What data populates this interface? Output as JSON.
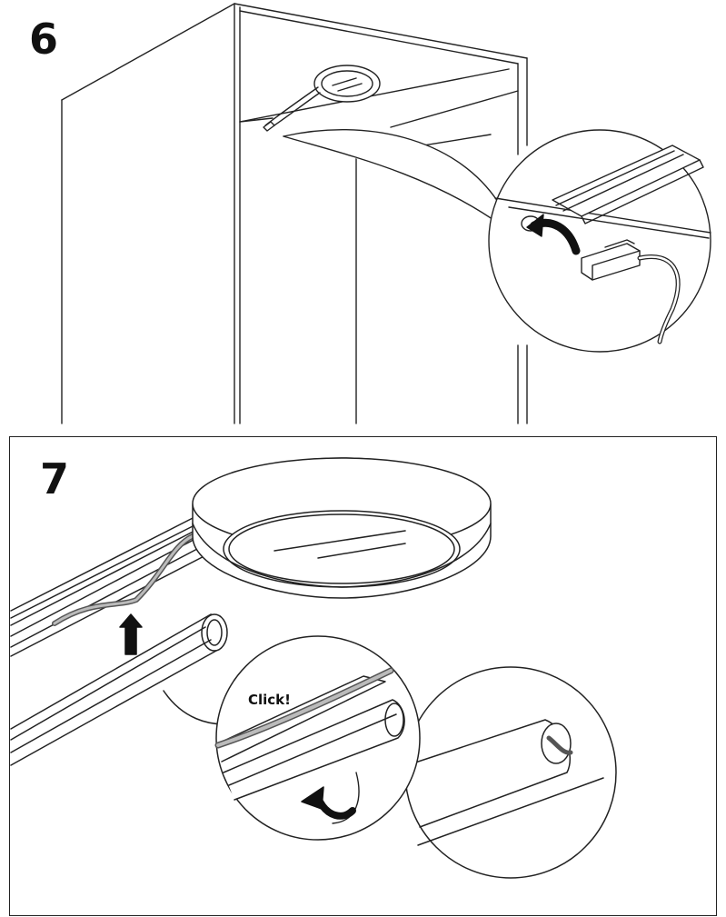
{
  "steps": [
    {
      "number": "6"
    },
    {
      "number": "7",
      "callout_text": "Click!"
    }
  ]
}
